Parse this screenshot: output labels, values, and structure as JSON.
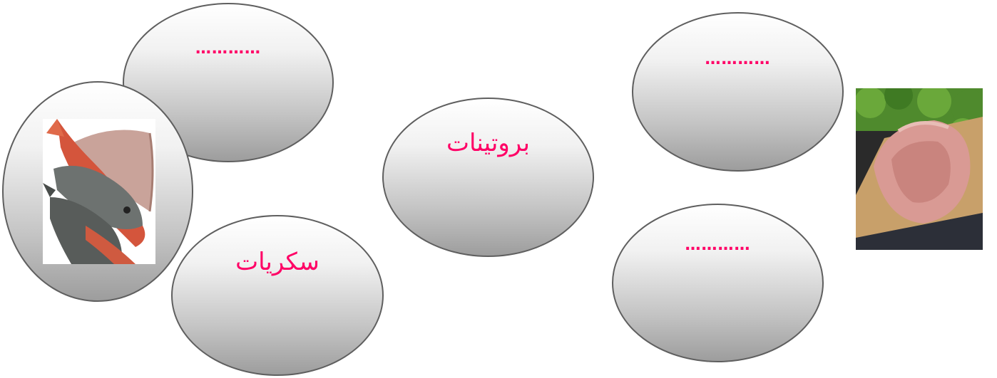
{
  "diagram": {
    "nodes": [
      {
        "id": "top-left",
        "text": "…………"
      },
      {
        "id": "top-right",
        "text": "…………"
      },
      {
        "id": "center",
        "text": "بروتينات"
      },
      {
        "id": "bottom-right",
        "text": "…………"
      },
      {
        "id": "bottom-left",
        "text": "سكريات"
      }
    ],
    "images": [
      {
        "icon": "fish-image"
      },
      {
        "icon": "meat-image"
      }
    ]
  },
  "colors": {
    "label": "#ff0066",
    "oval_border": "#5f5f5f"
  }
}
